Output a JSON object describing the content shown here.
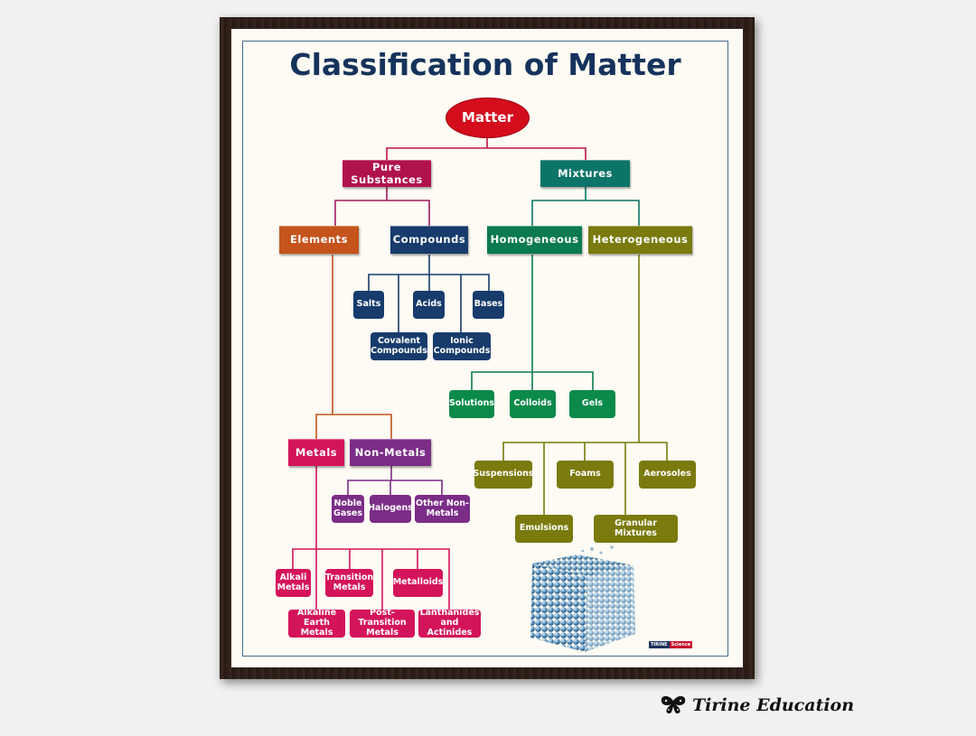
{
  "poster": {
    "title": "Classification of Matter",
    "root": "Matter",
    "level1": {
      "pure": "Pure Substances",
      "mixtures": "Mixtures"
    },
    "level2": {
      "elements": "Elements",
      "compounds": "Compounds",
      "homogeneous": "Homogeneous",
      "heterogeneous": "Heterogeneous"
    },
    "compounds": [
      "Salts",
      "Acids",
      "Bases",
      "Covalent Compounds",
      "Ionic Compounds"
    ],
    "homogeneous": [
      "Solutions",
      "Colloids",
      "Gels"
    ],
    "elements": {
      "metals": "Metals",
      "nonmetals": "Non-Metals"
    },
    "nonmetals": [
      "Noble Gases",
      "Halogens",
      "Other Non-Metals"
    ],
    "metals": [
      "Alkali Metals",
      "Transition Metals",
      "Metalloids",
      "Alkaline Earth Metals",
      "Post-Transition Metals",
      "Lanthanides and Actinides"
    ],
    "heterogeneous": [
      "Suspensions",
      "Foams",
      "Aerosoles",
      "Emulsions",
      "Granular Mixtures"
    ],
    "badge": {
      "left": "TIRINE",
      "right": "Science"
    },
    "colors": {
      "title": "#15335c",
      "matter": "#d40d1d",
      "pure": "#b0124e",
      "mixtures": "#0c7468",
      "elements": "#c4541c",
      "compounds": "#173c6c",
      "homogeneous": "#0b7a4e",
      "heterogeneous": "#7a7a0e",
      "metals": "#d4145a",
      "nonmetals": "#7b2d87"
    }
  },
  "brand": {
    "name": "Tirine Education",
    "icon": "butterfly-icon"
  }
}
